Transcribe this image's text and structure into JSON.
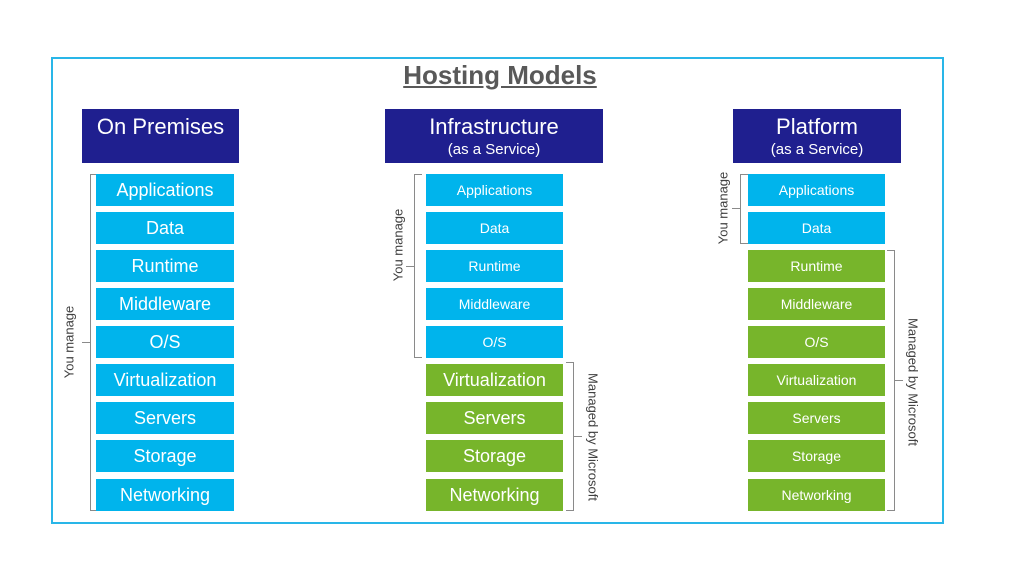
{
  "title": "Hosting Models",
  "columns": [
    {
      "heading": "On Premises",
      "subheading": "",
      "layers": [
        "Applications",
        "Data",
        "Runtime",
        "Middleware",
        "O/S",
        "Virtualization",
        "Servers",
        "Storage",
        "Networking"
      ],
      "managed_split": 9,
      "you_manage_label": "You manage",
      "microsoft_label": ""
    },
    {
      "heading": "Infrastructure",
      "subheading": "(as a Service)",
      "layers": [
        "Applications",
        "Data",
        "Runtime",
        "Middleware",
        "O/S",
        "Virtualization",
        "Servers",
        "Storage",
        "Networking"
      ],
      "managed_split": 5,
      "you_manage_label": "You manage",
      "microsoft_label": "Managed by Microsoft"
    },
    {
      "heading": "Platform",
      "subheading": "(as a Service)",
      "layers": [
        "Applications",
        "Data",
        "Runtime",
        "Middleware",
        "O/S",
        "Virtualization",
        "Servers",
        "Storage",
        "Networking"
      ],
      "managed_split": 2,
      "you_manage_label": "You manage",
      "microsoft_label": "Managed by Microsoft"
    }
  ],
  "colors": {
    "frame": "#29b6e8",
    "header": "#1f1f8f",
    "you_manage": "#00b4ec",
    "microsoft_managed": "#77b52b"
  }
}
